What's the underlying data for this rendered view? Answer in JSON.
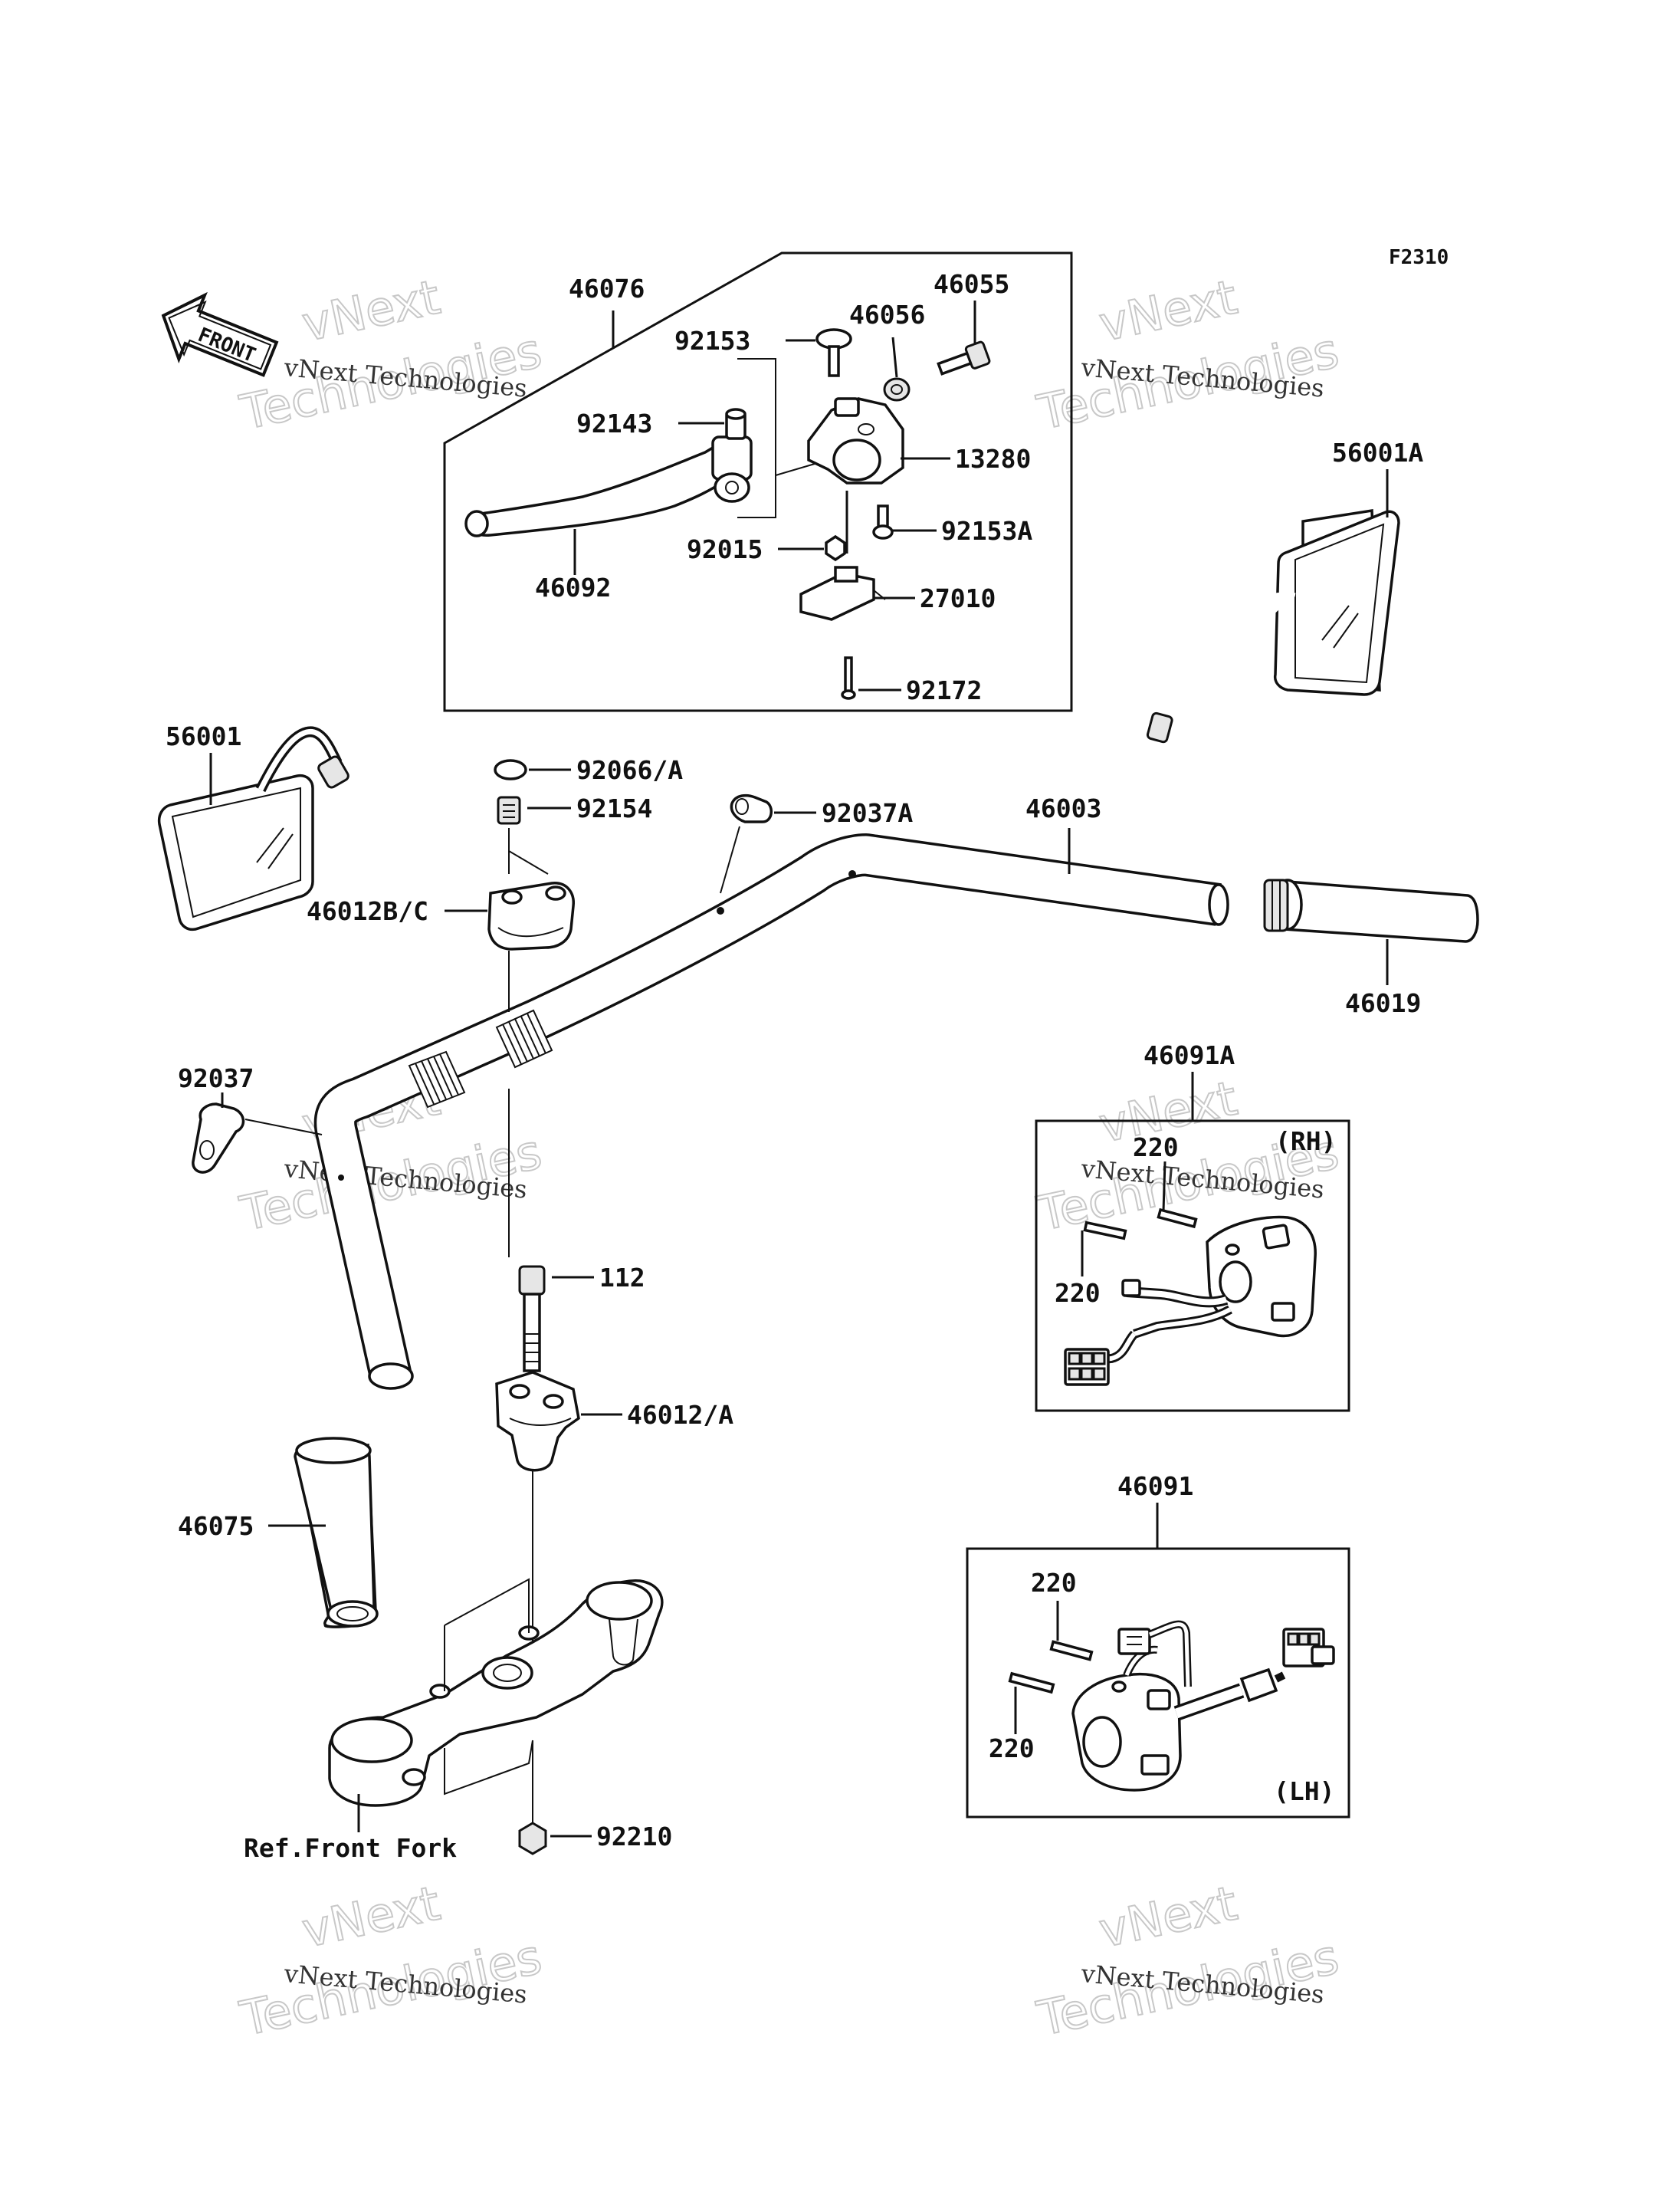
{
  "diagram_code": "F2310",
  "front_arrow_label": "FRONT",
  "watermark": {
    "line1": "vNext Technologies",
    "line2": "vNext",
    "line3": "Technologies"
  },
  "parts": {
    "p46076": "46076",
    "p46055": "46055",
    "p46056": "46056",
    "p92153": "92153",
    "p92143": "92143",
    "p13280": "13280",
    "p92015": "92015",
    "p92153A": "92153A",
    "p46092": "46092",
    "p27010": "27010",
    "p92172": "92172",
    "p56001A": "56001A",
    "p56001": "56001",
    "p92066A": "92066/A",
    "p92154": "92154",
    "p92037A": "92037A",
    "p46003": "46003",
    "p46012BC": "46012B/C",
    "p46019": "46019",
    "p92037": "92037",
    "p46091A": "46091A",
    "p220_rh_top": "220",
    "p220_rh_bottom": "220",
    "rh": "(RH)",
    "p112": "112",
    "p46012A": "46012/A",
    "p46075": "46075",
    "p46091": "46091",
    "p220_lh_top": "220",
    "p220_lh_bottom": "220",
    "lh": "(LH)",
    "p92210": "92210",
    "ref_front_fork": "Ref.Front Fork"
  }
}
